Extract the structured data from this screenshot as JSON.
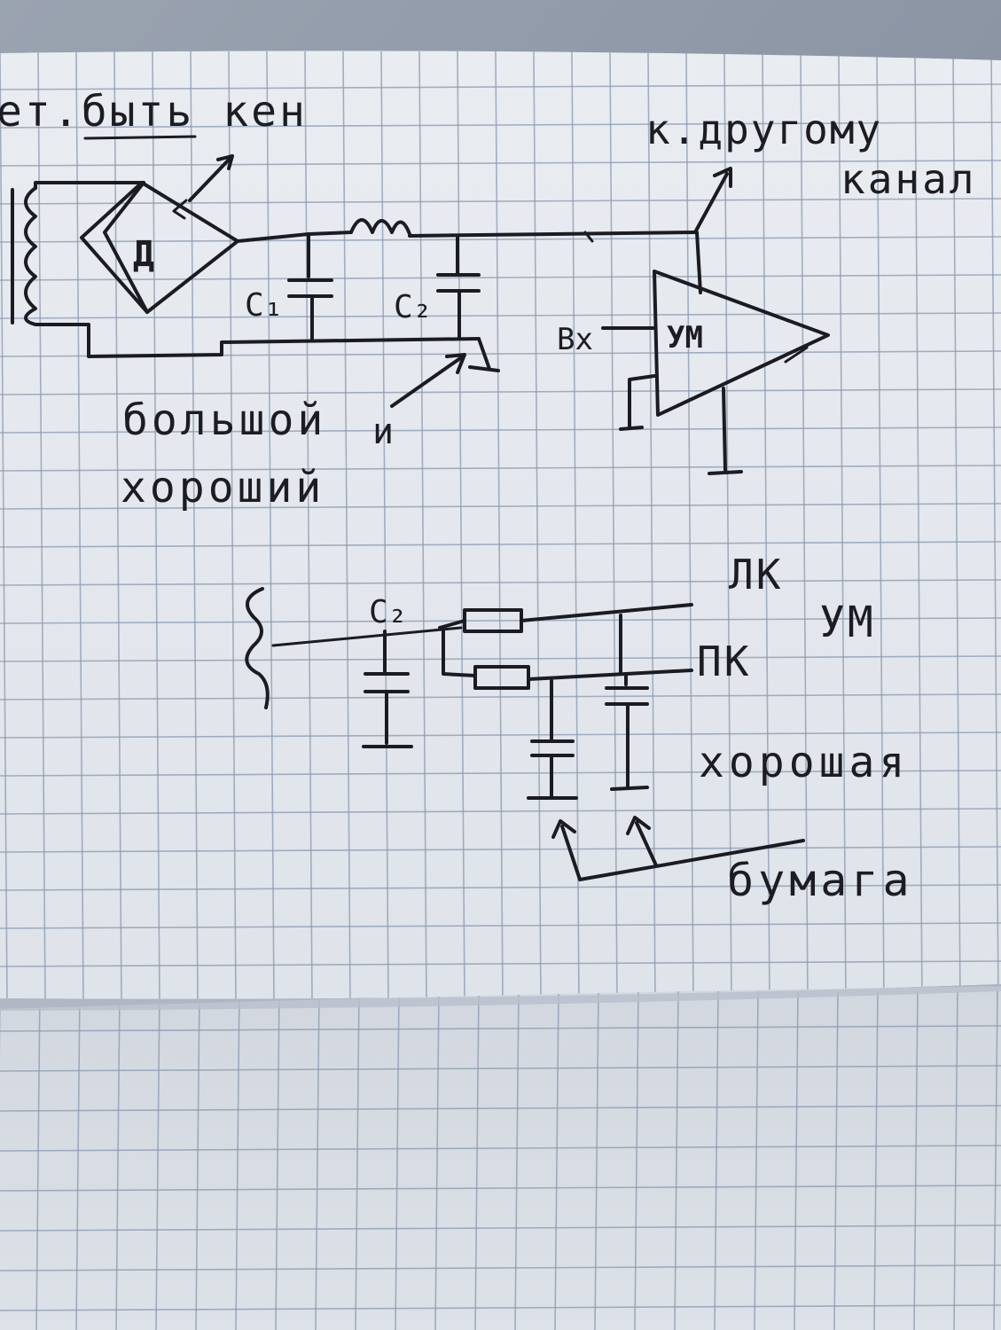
{
  "diagram": {
    "top_circuit": {
      "header_text": "ет.быть кен",
      "right_label_line1": "к.другому",
      "right_label_line2": "канал",
      "diode_label": "Д",
      "cap1_label": "C₁",
      "cap2_label": "C₂",
      "input_label": "Вх",
      "amp_label": "УМ",
      "note_line1": "большой",
      "note_conj": "и",
      "note_line2": "хороший"
    },
    "bottom_circuit": {
      "cap_label": "C₂",
      "left_channel_label": "ЛК",
      "right_channel_label": "ПК",
      "amp_label": "УМ",
      "note_good": "хорошая",
      "note_paper": "бумага"
    }
  }
}
